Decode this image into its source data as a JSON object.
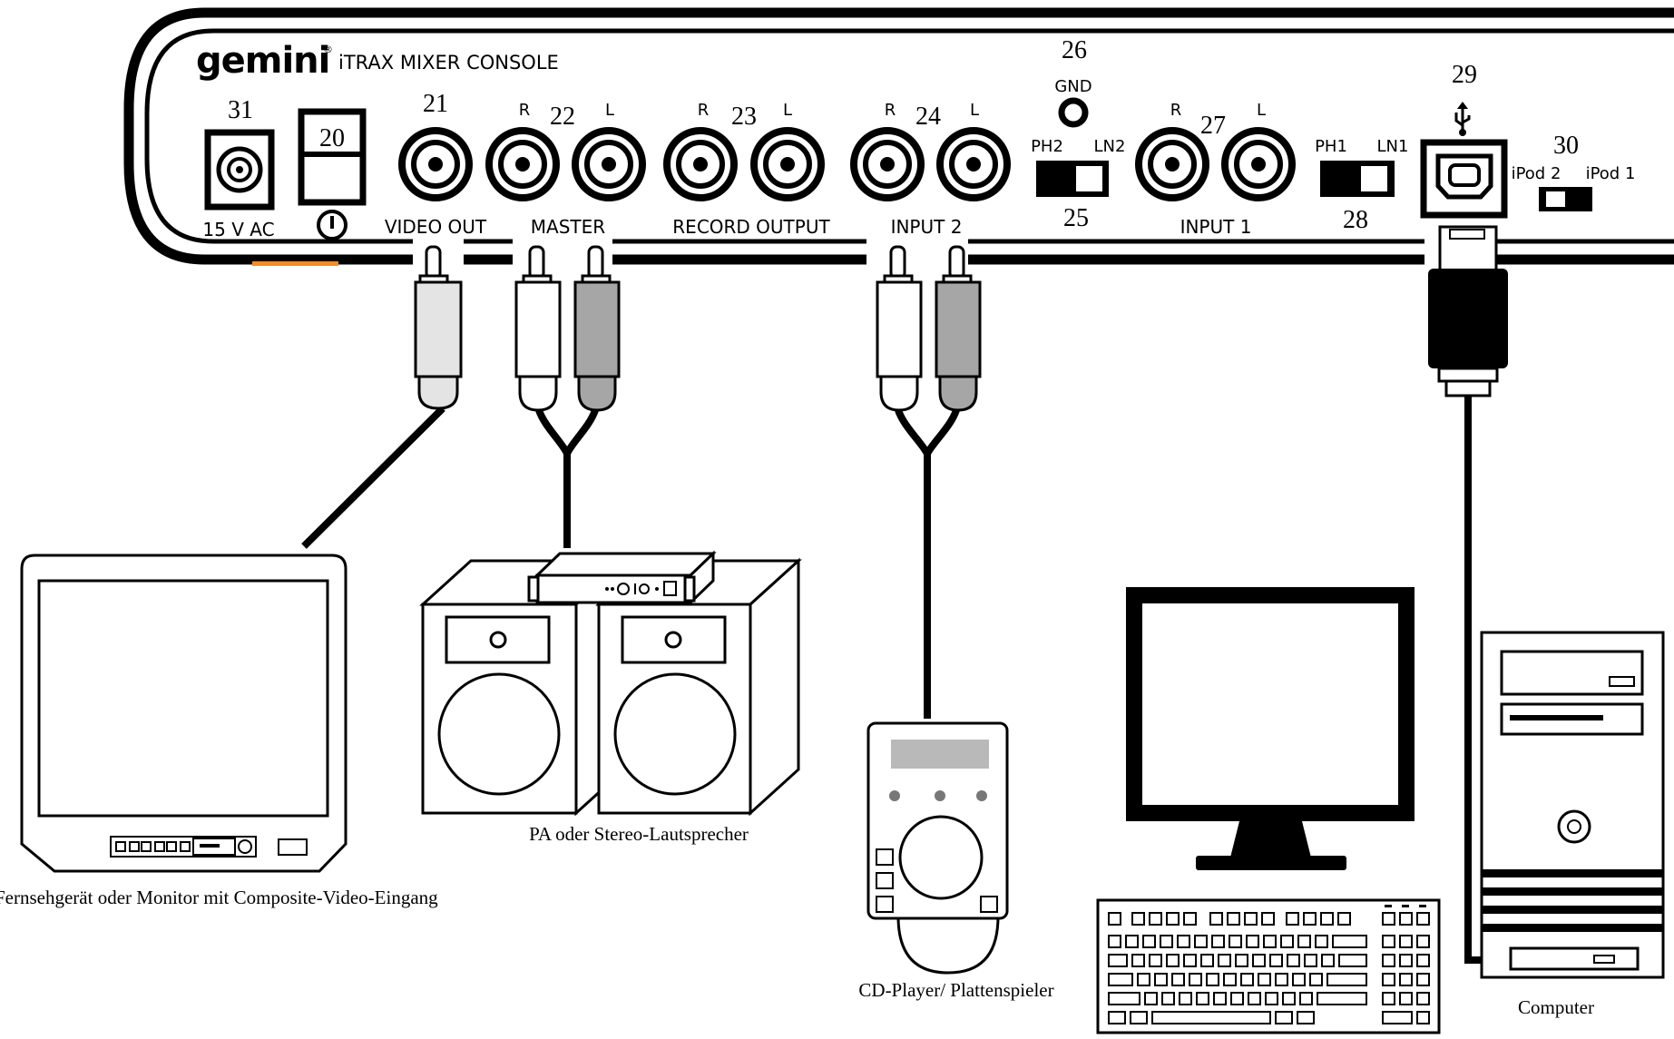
{
  "panel": {
    "brand": "gemini",
    "brand_mark": "®",
    "model": "iTRAX MIXER CONSOLE"
  },
  "numbers": {
    "n20": "20",
    "n21": "21",
    "n22": "22",
    "n23": "23",
    "n24": "24",
    "n25": "25",
    "n26": "26",
    "n27": "27",
    "n28": "28",
    "n29": "29",
    "n30": "30",
    "n31": "31"
  },
  "labels": {
    "power_in": "15 V AC",
    "video_out": "VIDEO OUT",
    "master": "MASTER",
    "record_output": "RECORD OUTPUT",
    "input2": "INPUT 2",
    "input1": "INPUT 1",
    "gnd": "GND",
    "ph2": "PH2",
    "ln2": "LN2",
    "ph1": "PH1",
    "ln1": "LN1",
    "ipod2": "iPod 2",
    "ipod1": "iPod  1",
    "r": "R",
    "l": "L"
  },
  "captions": {
    "tv": "Fernsehgerät oder Monitor mit Composite-Video-Eingang",
    "speakers": "PA oder  Stereo-Lautsprecher",
    "cd": "CD-Player/ Plattenspieler",
    "computer": "Computer"
  },
  "colors": {
    "line": "#000000",
    "plug_light": "#e4e4e4",
    "plug_dark": "#a6a6a6",
    "screen_gray": "#b9b9b9",
    "accent_orange": "#f28c28"
  }
}
